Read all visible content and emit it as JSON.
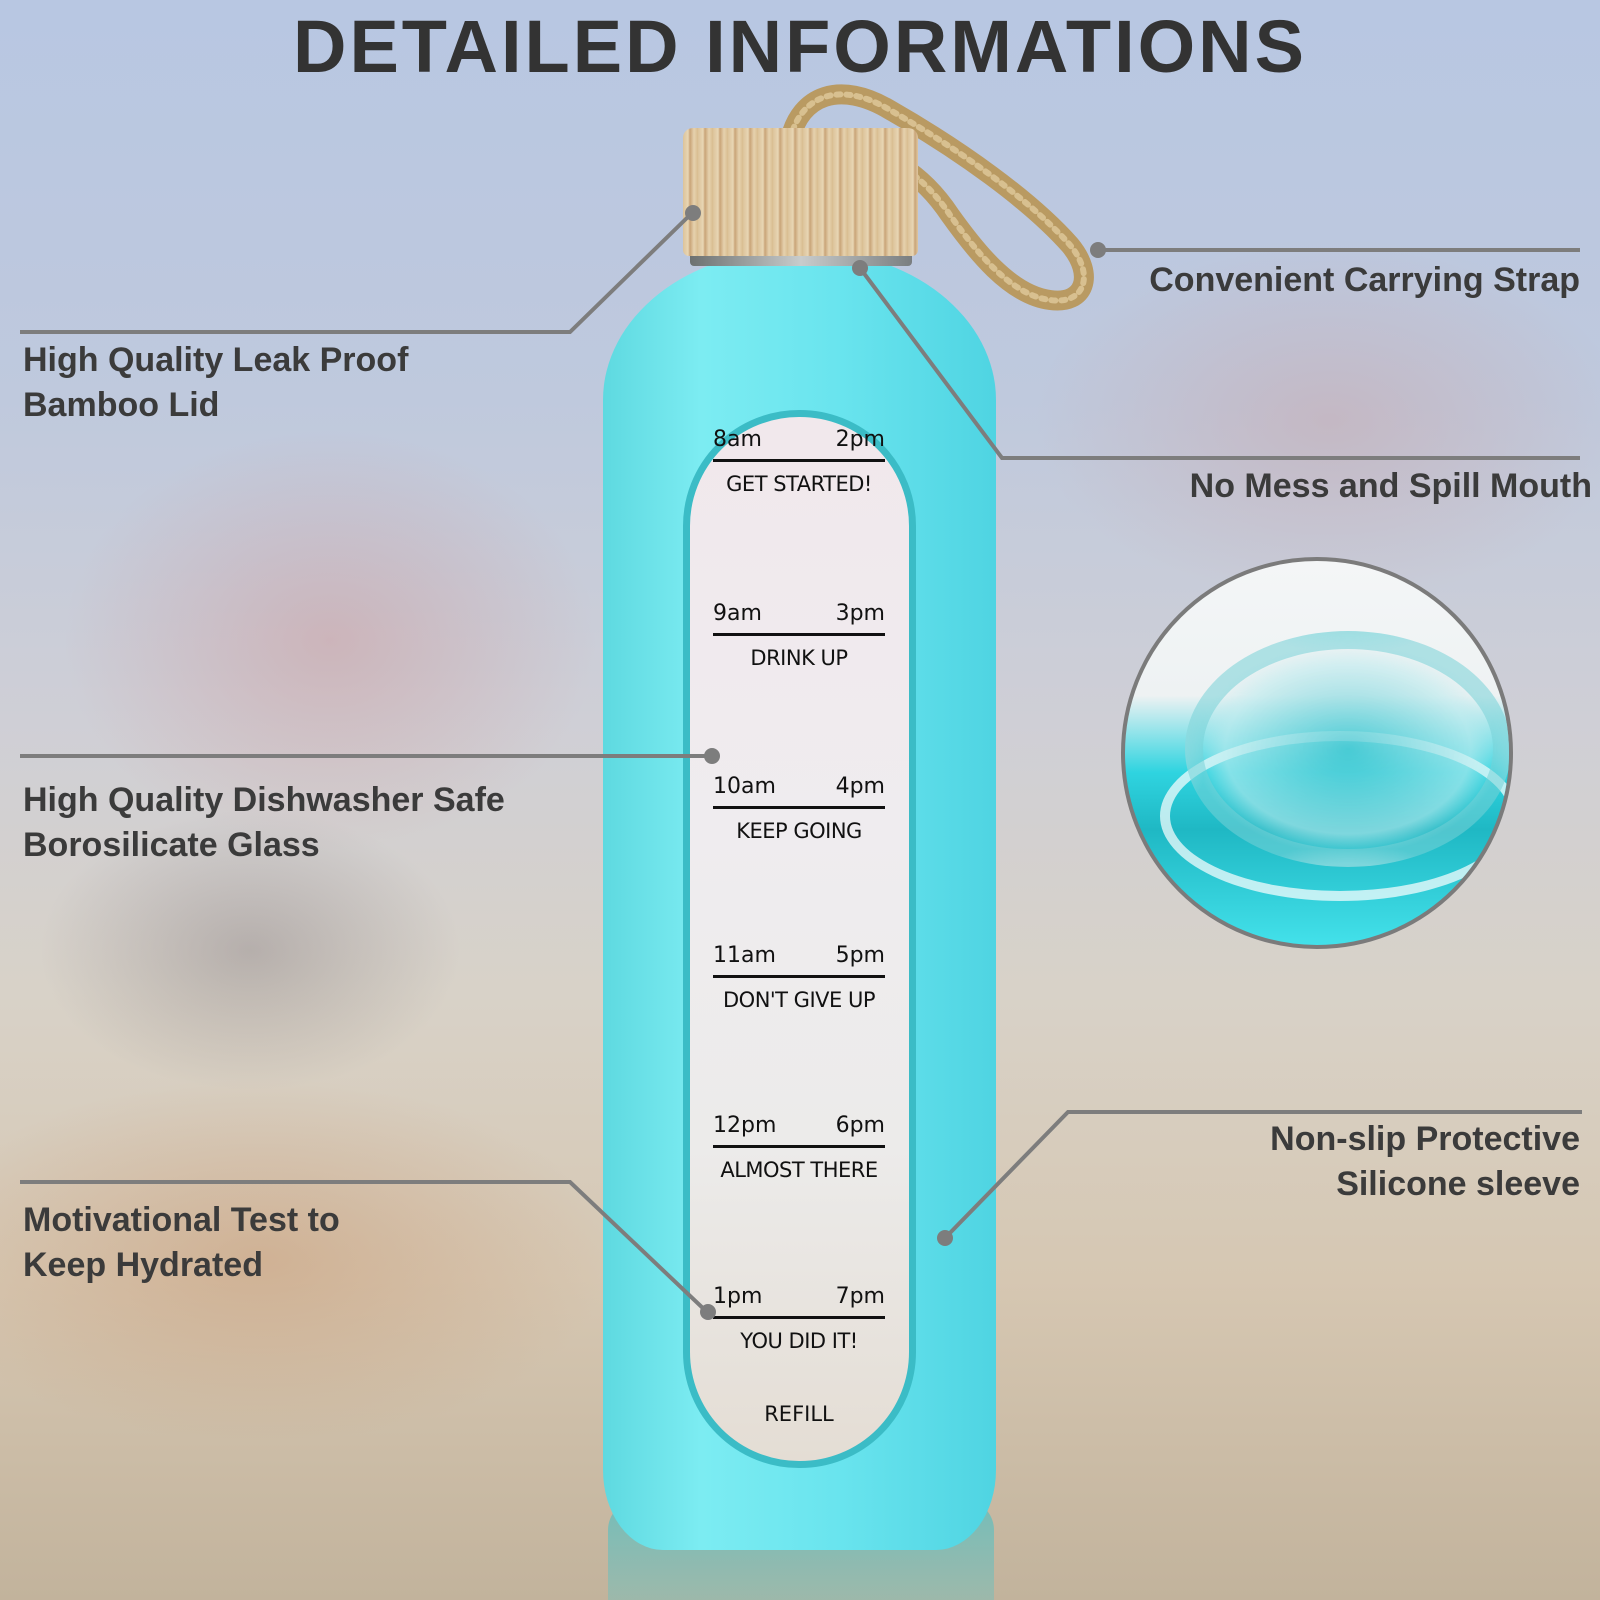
{
  "header": {
    "title": "DETAILED INFORMATIONS"
  },
  "callouts": {
    "lid": {
      "line1": "High Quality Leak Proof",
      "line2": "Bamboo Lid"
    },
    "strap": {
      "line1": "Convenient  Carrying Strap"
    },
    "mouth": {
      "line1": "No Mess and Spill Mouth"
    },
    "glass": {
      "line1": "High Quality Dishwasher Safe",
      "line2": "Borosilicate Glass"
    },
    "motivation": {
      "line1": "Motivational Test to",
      "line2": "Keep Hydrated"
    },
    "sleeve": {
      "line1": "Non-slip Protective",
      "line2": "Silicone sleeve"
    }
  },
  "bottle": {
    "markers": [
      {
        "left": "8am",
        "right": "2pm",
        "message": "GET STARTED!"
      },
      {
        "left": "9am",
        "right": "3pm",
        "message": "DRINK UP"
      },
      {
        "left": "10am",
        "right": "4pm",
        "message": "KEEP GOING"
      },
      {
        "left": "11am",
        "right": "5pm",
        "message": "DON'T GIVE UP"
      },
      {
        "left": "12pm",
        "right": "6pm",
        "message": "ALMOST THERE"
      },
      {
        "left": "1pm",
        "right": "7pm",
        "message": "YOU DID IT!"
      }
    ],
    "refill": "REFILL"
  },
  "colors": {
    "sleeve": "#69e4ee",
    "sleeve_edge": "#3bbcc6",
    "text": "#3b3b3b",
    "leader_line": "#7d7d7d",
    "bamboo": "#dcc39a",
    "rope": "#b99a62"
  }
}
